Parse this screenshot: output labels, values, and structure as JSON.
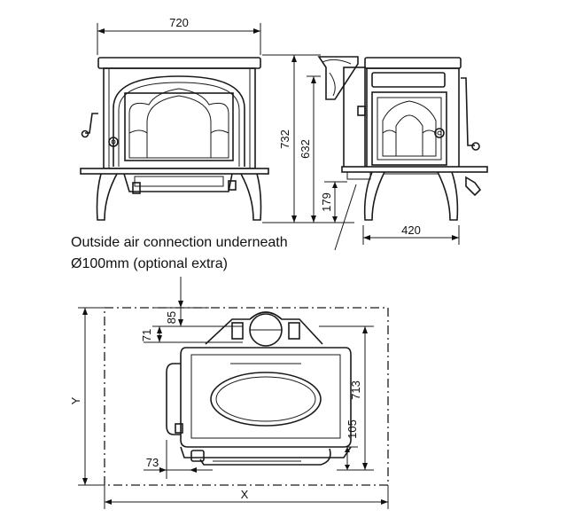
{
  "dimensions": {
    "width_front": "720",
    "height_total": "732",
    "height_flue": "632",
    "height_air": "179",
    "depth_side": "420",
    "top_85": "85",
    "top_71": "71",
    "depth_713": "713",
    "front_105": "105",
    "side_73": "73",
    "clearance_x": "X",
    "clearance_y": "Y"
  },
  "note": {
    "line1": "Outside air connection underneath",
    "line2": "Ø100mm (optional extra)"
  }
}
